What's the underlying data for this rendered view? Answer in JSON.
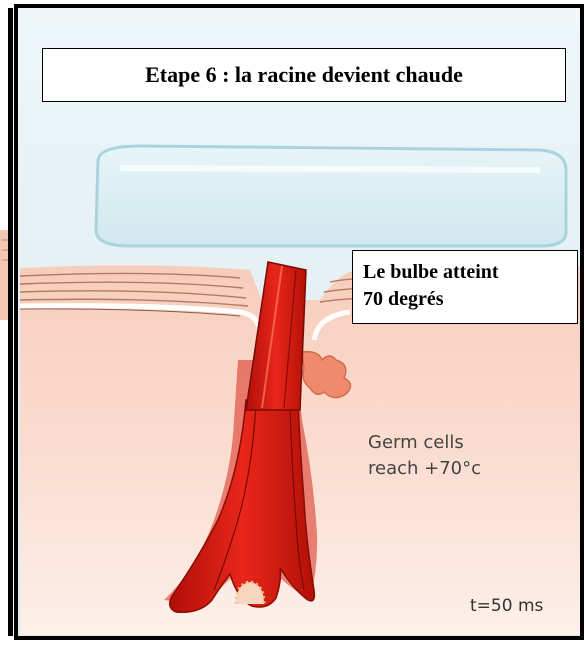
{
  "title": "Etape 6 : la racine devient chaude",
  "bulb_label": {
    "line1": "Le bulbe atteint",
    "line2": "70 degrés"
  },
  "annotation": {
    "line1": "Germ cells",
    "line2": "reach +70°c"
  },
  "time_label": "t=50 ms",
  "colors": {
    "skin": "#f6cbb8",
    "hair": "#d4180c",
    "gel": "#d8eef3",
    "background": "#e6f1f4"
  }
}
